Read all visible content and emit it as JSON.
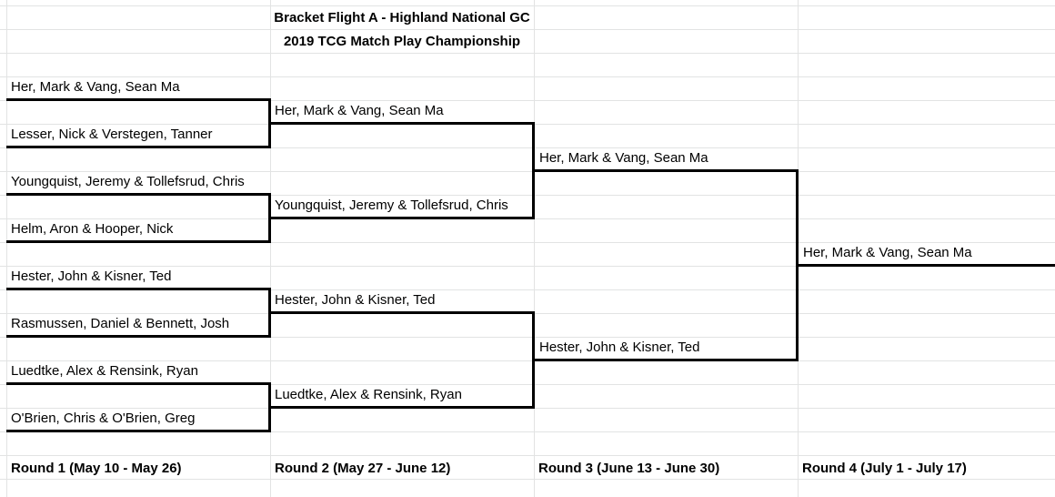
{
  "titles": {
    "line1": "Bracket Flight A - Highland National GC",
    "line2": "2019 TCG Match Play Championship"
  },
  "round1": [
    "Her, Mark & Vang, Sean Ma",
    "Lesser, Nick & Verstegen, Tanner",
    "Youngquist, Jeremy & Tollefsrud, Chris",
    "Helm, Aron & Hooper, Nick",
    "Hester, John & Kisner, Ted",
    "Rasmussen, Daniel & Bennett, Josh",
    "Luedtke, Alex & Rensink, Ryan",
    "O'Brien, Chris & O'Brien, Greg"
  ],
  "round2": [
    "Her, Mark & Vang, Sean Ma",
    "Youngquist, Jeremy & Tollefsrud, Chris",
    "Hester, John & Kisner, Ted",
    "Luedtke, Alex & Rensink, Ryan"
  ],
  "round3": [
    "Her, Mark & Vang, Sean Ma",
    "Hester, John & Kisner, Ted"
  ],
  "round4": [
    "Her, Mark & Vang, Sean Ma"
  ],
  "rounds": [
    "Round 1 (May 10 - May 26)",
    "Round 2 (May 27 - June 12)",
    "Round 3 (June 13 - June 30)",
    "Round 4 (July 1 - July 17)"
  ]
}
